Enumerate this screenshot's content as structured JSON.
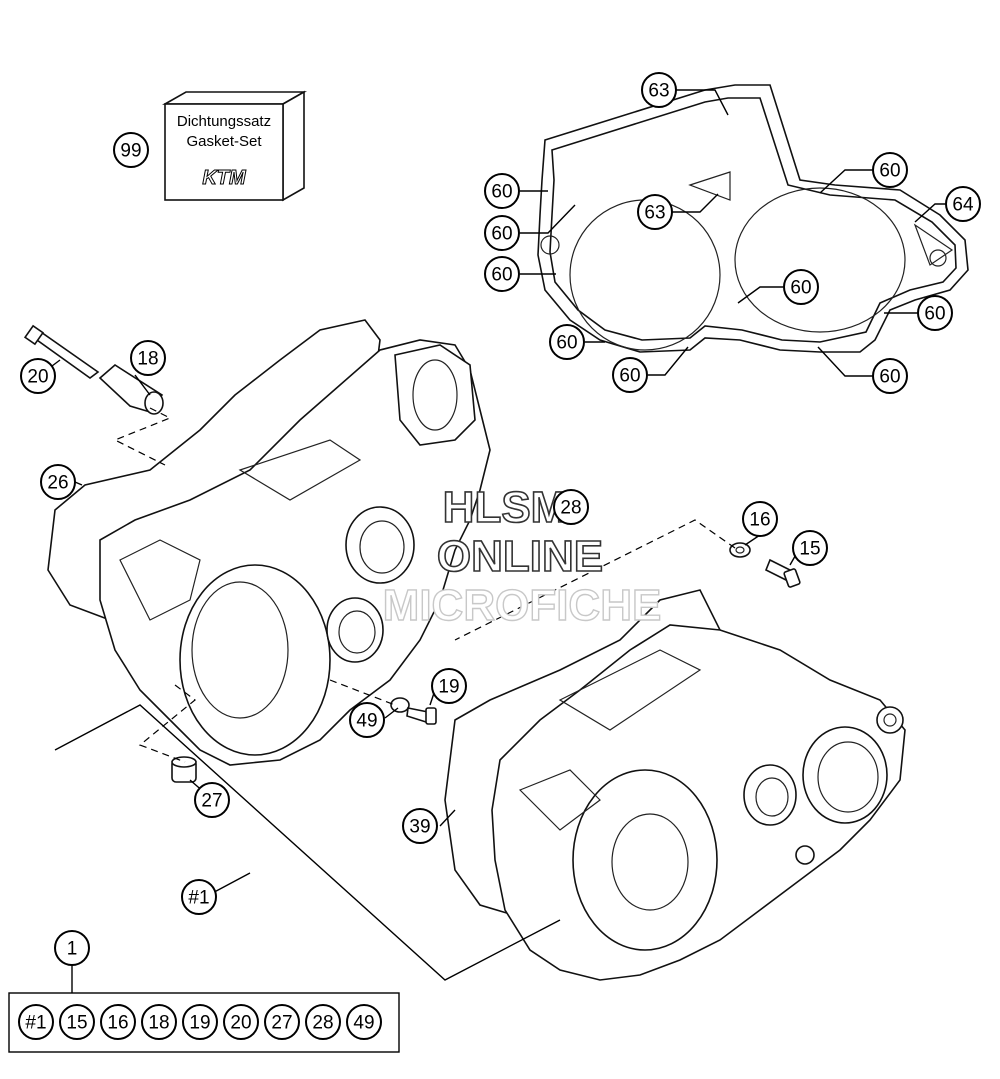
{
  "gasket_set": {
    "line1": "Dichtungssatz",
    "line2": "Gasket-Set",
    "brand": "KTM"
  },
  "callouts": {
    "c99": "99",
    "c63a": "63",
    "c63b": "63",
    "c60_1": "60",
    "c60_2": "60",
    "c60_3": "60",
    "c60_4": "60",
    "c60_5": "60",
    "c60_6": "60",
    "c60_7": "60",
    "c60_8": "60",
    "c64": "64",
    "c20": "20",
    "c18": "18",
    "c26": "26",
    "c28": "28",
    "c16": "16",
    "c15": "15",
    "c19": "19",
    "c49": "49",
    "c27": "27",
    "c39": "39",
    "c_h1": "#1",
    "c1": "1"
  },
  "kit_items": [
    "#1",
    "15",
    "16",
    "18",
    "19",
    "20",
    "27",
    "28",
    "49"
  ],
  "watermark": {
    "line1": "HLSM",
    "line2": "ONLINE",
    "line3": "MICROFICHE"
  }
}
